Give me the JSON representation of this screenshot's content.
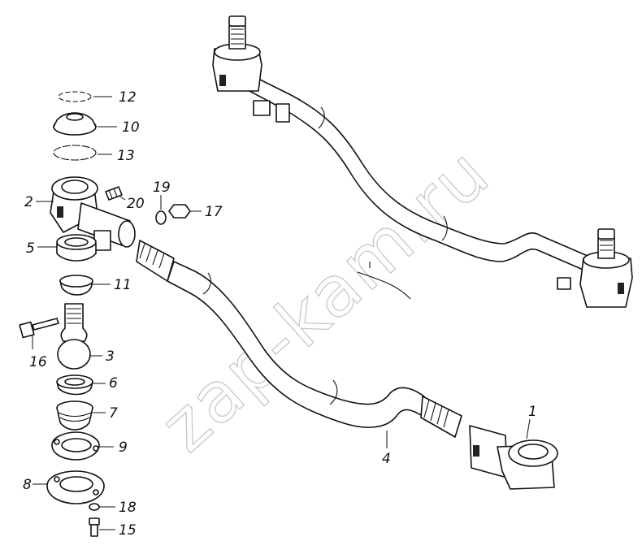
{
  "watermark": "zap-kam.ru",
  "callouts": {
    "c1": "1",
    "c2": "2",
    "c3": "3",
    "c4": "4",
    "c5": "5",
    "c6": "6",
    "c7": "7",
    "c8": "8",
    "c9": "9",
    "c10": "10",
    "c11": "11",
    "c12": "12",
    "c13": "13",
    "c15": "15",
    "c16": "16",
    "c17": "17",
    "c18": "18",
    "c19": "19",
    "c20": "20"
  }
}
